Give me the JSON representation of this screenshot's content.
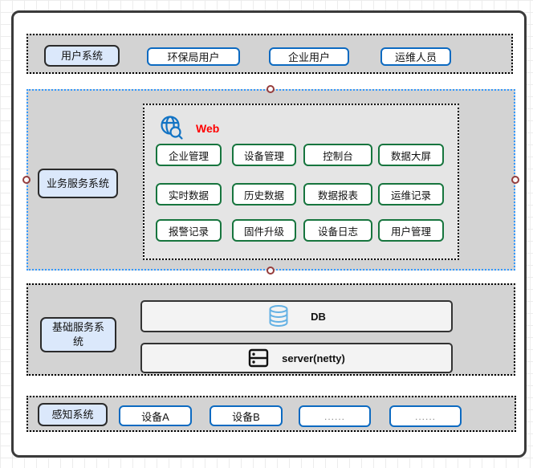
{
  "diagram": {
    "user_section": {
      "label": "用户系统",
      "users": [
        {
          "label": "环保局用户"
        },
        {
          "label": "企业用户"
        },
        {
          "label": "运维人员"
        }
      ]
    },
    "business_section": {
      "label": "业务服务系统",
      "selected": true,
      "web": {
        "title": "Web",
        "icon": "globe-search-icon",
        "modules": [
          {
            "label": "企业管理"
          },
          {
            "label": "设备管理"
          },
          {
            "label": "控制台"
          },
          {
            "label": "数据大屏"
          },
          {
            "label": "实时数据"
          },
          {
            "label": "历史数据"
          },
          {
            "label": "数据报表"
          },
          {
            "label": "运维记录"
          },
          {
            "label": "报警记录"
          },
          {
            "label": "固件升级"
          },
          {
            "label": "设备日志"
          },
          {
            "label": "用户管理"
          }
        ]
      }
    },
    "base_section": {
      "label": "基础服务系统",
      "services": [
        {
          "label": "DB",
          "icon": "database-icon"
        },
        {
          "label": "server(netty)",
          "icon": "server-icon"
        }
      ]
    },
    "sense_section": {
      "label": "感知系统",
      "devices": [
        {
          "label": "设备A"
        },
        {
          "label": "设备B"
        },
        {
          "label": "......"
        },
        {
          "label": "......"
        }
      ]
    },
    "colors": {
      "section_fill": "#d3d3d3",
      "web_panel_fill": "#e5e5e5",
      "label_fill": "#dbe8fb",
      "blue_box_border": "#0c6ac1",
      "green_box_border": "#17753e",
      "web_title_red": "#ff0000",
      "selection_blue": "#3399ff",
      "handle_red": "#963d3c",
      "globe_icon_blue": "#1273c4",
      "db_icon_blue": "#64b1e4"
    }
  }
}
